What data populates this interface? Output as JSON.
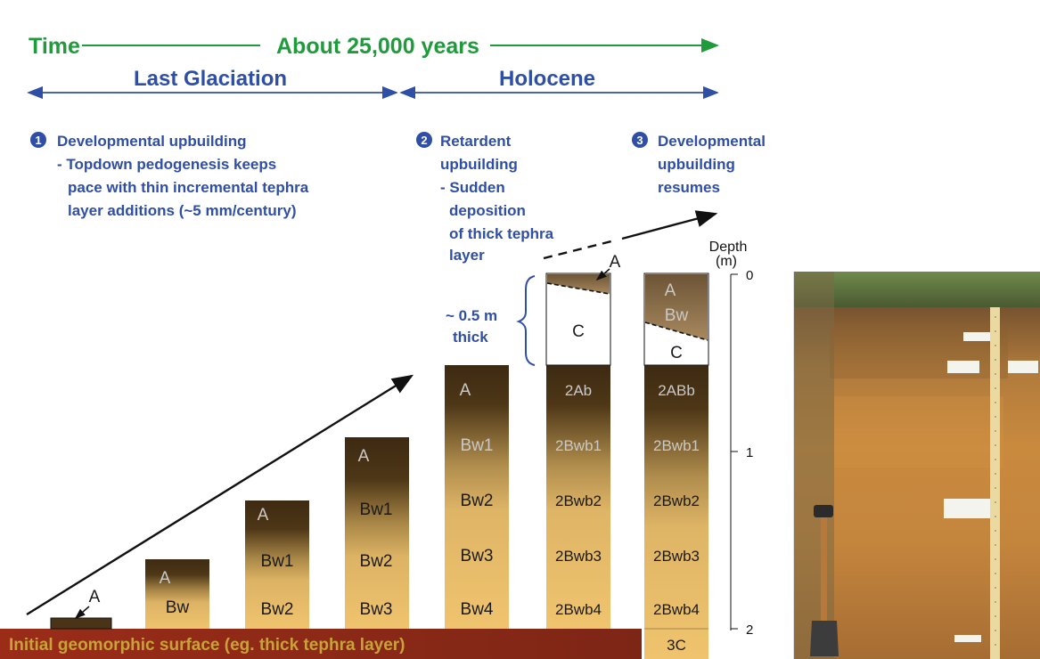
{
  "timeline": {
    "time_label": "Time",
    "duration_label": "About 25,000 years",
    "period_1": "Last Glaciation",
    "period_2": "Holocene"
  },
  "stages": [
    {
      "number": "1",
      "title": "Developmental upbuilding",
      "lines": [
        "- Topdown pedogenesis keeps",
        "pace with thin incremental tephra",
        "layer additions (~5 mm/century)"
      ]
    },
    {
      "number": "2",
      "title": "Retardent",
      "lines": [
        "upbuilding",
        "- Sudden",
        "deposition",
        "of thick tephra",
        "layer"
      ]
    },
    {
      "number": "3",
      "title": "Developmental",
      "lines": [
        "upbuilding",
        "resumes"
      ]
    }
  ],
  "thickness_note": [
    "~ 0.5 m",
    "thick"
  ],
  "depth_axis": {
    "title_line1": "Depth",
    "title_line2": "(m)",
    "ticks": [
      "0",
      "1",
      "2"
    ]
  },
  "surface_label": "Initial geomorphic surface (eg. thick tephra layer)",
  "columns": [
    {
      "name": "c1",
      "labels": [
        "A"
      ]
    },
    {
      "name": "c2",
      "labels": [
        "A",
        "Bw"
      ]
    },
    {
      "name": "c3",
      "labels": [
        "A",
        "Bw1",
        "Bw2"
      ]
    },
    {
      "name": "c4",
      "labels": [
        "A",
        "Bw1",
        "Bw2",
        "Bw3"
      ]
    },
    {
      "name": "c5",
      "labels": [
        "A",
        "Bw1",
        "Bw2",
        "Bw3",
        "Bw4"
      ]
    },
    {
      "name": "c6",
      "labels": [
        "A",
        "C",
        "2Ab",
        "2Bwb1",
        "2Bwb2",
        "2Bwb3",
        "2Bwb4"
      ]
    },
    {
      "name": "c7",
      "labels": [
        "A",
        "Bw",
        "C",
        "2ABb",
        "2Bwb1",
        "2Bwb2",
        "2Bwb3",
        "2Bwb4",
        "3C"
      ]
    }
  ],
  "colors": {
    "heading_blue": "#2f4fa6",
    "time_green": "#1f9b3c",
    "soil_dark": "#4a3418",
    "soil_light": "#f0c46e",
    "surface_red": "#8b2a1a",
    "surface_text": "#c9a23a"
  }
}
